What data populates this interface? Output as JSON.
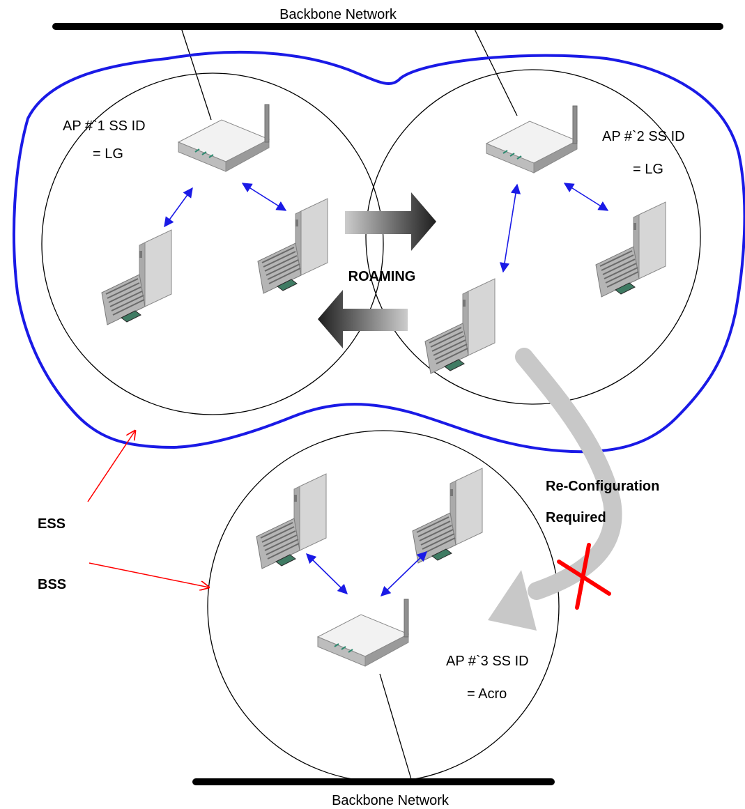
{
  "labels": {
    "backbone_top": "Backbone Network",
    "backbone_bottom": "Backbone Network",
    "ap1_line1": "AP #`1 SS ID",
    "ap1_line2": "= LG",
    "ap2_line1": "AP #`2 SS ID",
    "ap2_line2": "= LG",
    "ap3_line1": "AP #`3 SS ID",
    "ap3_line2": "= Acro",
    "roaming": "ROAMING",
    "reconfig_line1": "Re-Configuration",
    "reconfig_line2": "Required",
    "ess": "ESS",
    "bss": "BSS"
  },
  "icons": {
    "access_point": "access-point-icon",
    "laptop": "laptop-icon",
    "roaming_arrow": "gradient-arrow-icon",
    "blocked": "red-x-icon"
  },
  "colors": {
    "ess_boundary": "#1a1ae6",
    "link_arrows": "#1a1ae6",
    "pointer_arrows": "#ff0000",
    "blocked_mark": "#ff0000",
    "reconfig_arrow": "#c8c8c8",
    "backbone": "#000000"
  }
}
